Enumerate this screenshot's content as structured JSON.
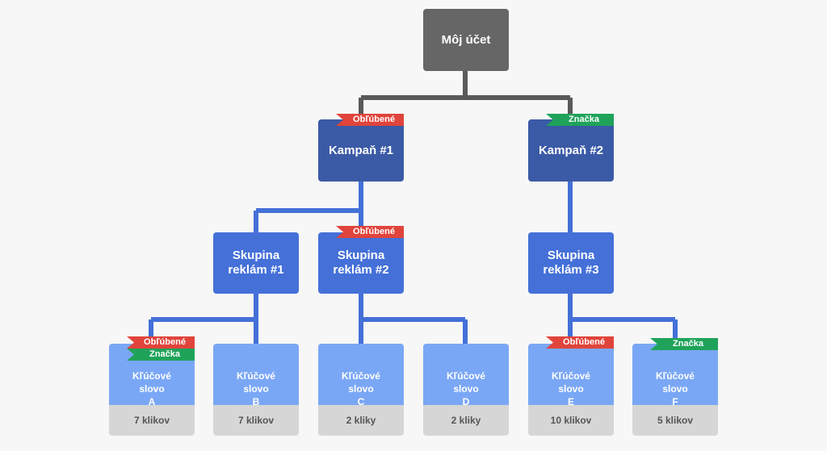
{
  "colors": {
    "root": "#666666",
    "campaign": "#3b5aa6",
    "ad_group": "#4470d8",
    "keyword": "#7aa7f5",
    "clicks_bg": "#d6d6d6",
    "tag_favorite": "#e0443b",
    "tag_brand": "#1fa35a",
    "connector_top": "#5a5a5a",
    "connector": "#4470d8"
  },
  "root": {
    "label": "Môj účet"
  },
  "campaigns": [
    {
      "label": "Kampaň #1",
      "tag": "Obľúbené"
    },
    {
      "label": "Kampaň #2",
      "tag": "Značka"
    }
  ],
  "ad_groups": [
    {
      "line1": "Skupina",
      "line2": "reklám #1",
      "tag": ""
    },
    {
      "line1": "Skupina",
      "line2": "reklám #2",
      "tag": "Obľúbené"
    },
    {
      "line1": "Skupina",
      "line2": "reklám #3",
      "tag": ""
    }
  ],
  "keywords": [
    {
      "line1": "Kľúčové slovo",
      "line2": "A",
      "clicks": "7 klikov",
      "tags": [
        "Obľúbené",
        "Značka"
      ]
    },
    {
      "line1": "Kľúčové slovo",
      "line2": "B",
      "clicks": "7 klikov",
      "tags": []
    },
    {
      "line1": "Kľúčové slovo",
      "line2": "C",
      "clicks": "2 kliky",
      "tags": []
    },
    {
      "line1": "Kľúčové slovo",
      "line2": "D",
      "clicks": "2 kliky",
      "tags": []
    },
    {
      "line1": "Kľúčové slovo",
      "line2": "E",
      "clicks": "10 klikov",
      "tags": [
        "Obľúbené"
      ]
    },
    {
      "line1": "Kľúčové slovo",
      "line2": "F",
      "clicks": "5 klikov",
      "tags": [
        "Značka"
      ]
    }
  ]
}
